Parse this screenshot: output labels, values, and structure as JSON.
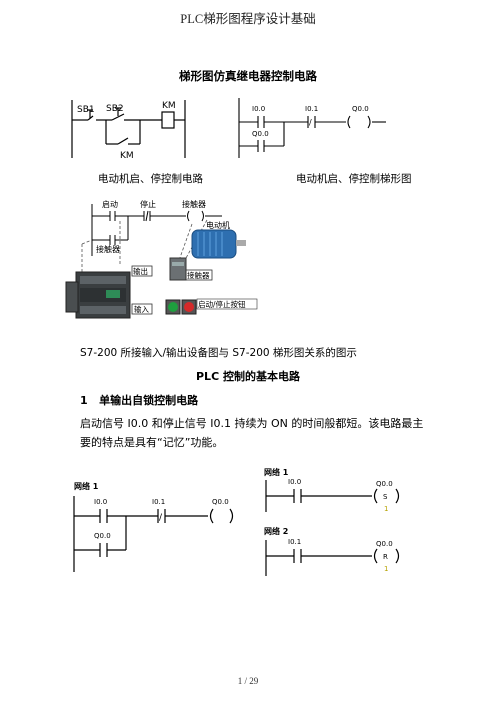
{
  "header": "PLC梯形图程序设计基础",
  "title1": "梯形图仿真继电器控制电路",
  "relay": {
    "sb1": "SB1",
    "sb2": "SB2",
    "km": "KM",
    "km_contact": "KM"
  },
  "ladder1": {
    "i00": "I0.0",
    "i01": "I0.1",
    "q00": "Q0.0",
    "q00b": "Q0.0",
    "slash": "/"
  },
  "captions": {
    "left": "电动机启、停控制电路",
    "right": "电动机启、停控制梯形图"
  },
  "plc_fig": {
    "start": "启动",
    "stop": "停止",
    "contactor_top": "接触器",
    "contactor_left": "接触器",
    "motor": "电动机",
    "output": "输出",
    "contactor_right": "接触器",
    "input": "输入",
    "buttons": "启动/停止按钮"
  },
  "fig_caption": "S7-200 所接输入/输出设备图与 S7-200 梯形图关系的图示",
  "title2": "PLC 控制的基本电路",
  "section": {
    "num": "1",
    "title": "单输出自锁控制电路"
  },
  "paragraph": "启动信号 I0.0 和停止信号 I0.1 持续为 ON 的时间般都短。该电路最主要的特点是具有“记忆”功能。",
  "net_left": {
    "label": "网络 1",
    "i00": "I0.0",
    "i01": "I0.1",
    "q00": "Q0.0",
    "q00b": "Q0.0",
    "slash": "/"
  },
  "net_right": {
    "n1": "网络 1",
    "i00": "I0.0",
    "q1": "Q0.0",
    "s": "S",
    "s_val": "1",
    "n2": "网络 2",
    "i01": "I0.1",
    "q2": "Q0.0",
    "r": "R",
    "r_val": "1"
  },
  "footer": "1  /  29"
}
